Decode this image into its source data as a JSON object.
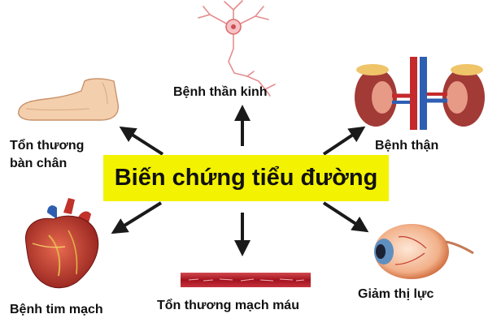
{
  "center": {
    "title": "Biến chứng tiểu đường"
  },
  "complications": {
    "nerve": "Bệnh thần kinh",
    "foot_line1": "Tổn thương",
    "foot_line2": "bàn chân",
    "kidney": "Bệnh thận",
    "heart": "Bệnh tim mạch",
    "vessel": "Tổn thương mạch máu",
    "eye": "Giảm thị lực"
  },
  "colors": {
    "center_box": "#f3f200",
    "arrow": "#1a1a1a",
    "vessel_red": "#b51d2a"
  },
  "icons": [
    "neuron-icon",
    "foot-icon",
    "kidney-icon",
    "heart-icon",
    "blood-vessel-icon",
    "eye-icon"
  ]
}
